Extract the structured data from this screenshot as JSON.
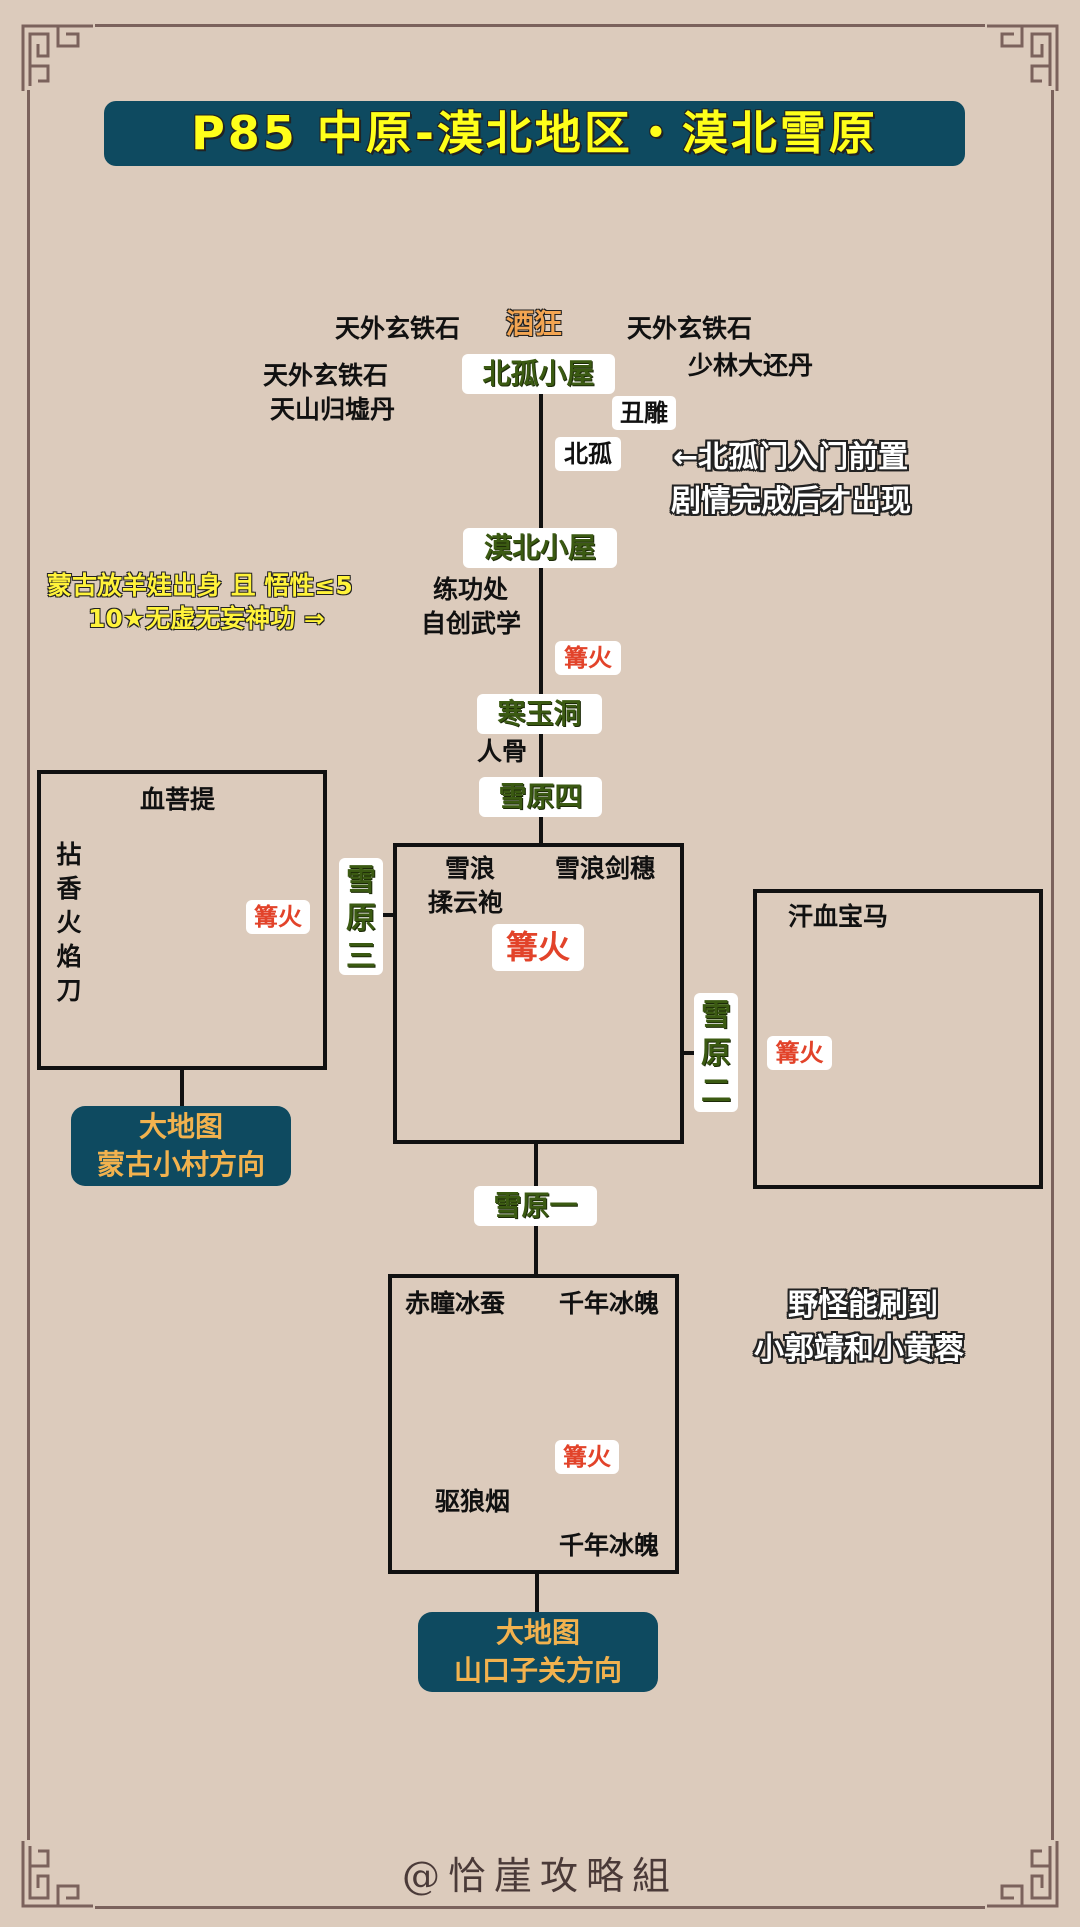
{
  "title": "P85  中原-漠北地区・漠北雪原",
  "top": {
    "npc_jiukuang": "酒狂",
    "item_tianwai_left": "天外玄铁石",
    "item_tianwai_right": "天外玄铁石",
    "item_shaolin": "少林大还丹",
    "item_tianwai_left2": "天外玄铁石",
    "item_tianshan": "天山归墟丹"
  },
  "nodes": {
    "beigu_house": "北孤小屋",
    "chou_diao": "丑雕",
    "beigu": "北孤",
    "mobei_house": "漠北小屋",
    "hanyu_cave": "寒玉洞",
    "xueyuan_4": "雪原四",
    "xueyuan_3": "雪原三",
    "xueyuan_2": "雪原二",
    "xueyuan_1": "雪原一"
  },
  "notes": {
    "beigu_note_1": "←北孤门入门前置",
    "beigu_note_2": "剧情完成后才出现",
    "condition_1": "蒙古放羊娃出身  且  悟性≤5",
    "condition_2": "10★无虚无妄神功  ⇒",
    "monsters_1": "野怪能刷到",
    "monsters_2": "小郭靖和小黄蓉"
  },
  "mobei": {
    "training": "练功处",
    "self_martial": "自创武学",
    "bonfire": "篝火",
    "bones": "人骨"
  },
  "room_left": {
    "item_top": "血菩提",
    "item_vertical": "拈香火焰刀",
    "bonfire": "篝火"
  },
  "room_center": {
    "item_1": "雪浪",
    "item_2": "雪浪剑穗",
    "item_3": "揉云袍",
    "bonfire": "篝火"
  },
  "room_right": {
    "item_1": "汗血宝马",
    "bonfire": "篝火"
  },
  "room_bottom": {
    "item_1": "赤瞳冰蚕",
    "item_2": "千年冰魄",
    "bonfire": "篝火",
    "item_3": "驱狼烟",
    "item_4": "千年冰魄"
  },
  "exits": {
    "mongol_1": "大地图",
    "mongol_2": "蒙古小村方向",
    "pass_1": "大地图",
    "pass_2": "山口子关方向"
  },
  "credit": "@恰崖攻略組",
  "colors": {
    "background": "#dccbbc",
    "title_bg": "#0e4a60",
    "title_text": "#ffff1a",
    "node_text": "#3b5a12",
    "bonfire_text": "#e2432a",
    "exit_text": "#f2b24e"
  }
}
